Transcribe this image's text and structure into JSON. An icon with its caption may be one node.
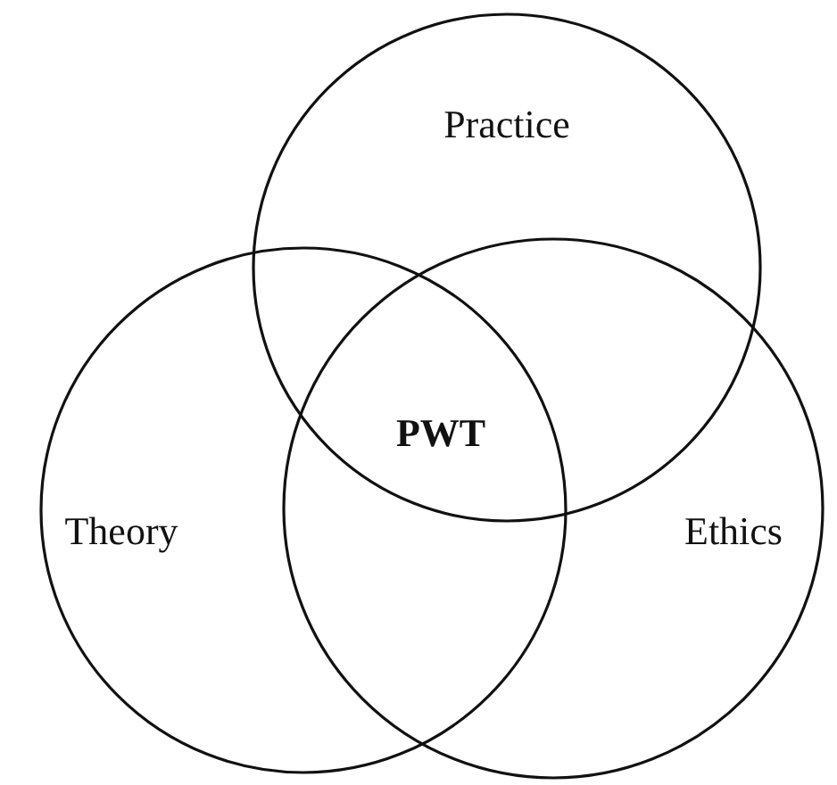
{
  "diagram": {
    "nodes": [
      {
        "text": [
          "Practice"
        ]
      },
      {
        "text": [
          "Theory"
        ]
      },
      {
        "text": [
          "Ethics"
        ]
      }
    ],
    "labels": [
      "PWT"
    ]
  }
}
